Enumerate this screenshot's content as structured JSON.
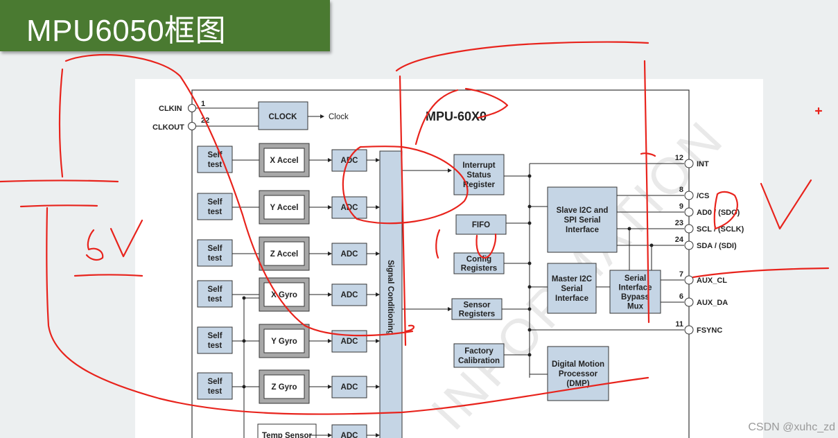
{
  "title": "MPU6050框图",
  "chip_name": "MPU-60X0",
  "clock": {
    "block": "CLOCK",
    "out_label": "Clock",
    "pins": [
      {
        "name": "CLKIN",
        "num": "1"
      },
      {
        "name": "CLKOUT",
        "num": "22"
      }
    ]
  },
  "self_test": {
    "line1": "Self",
    "line2": "test"
  },
  "sensors": [
    "X Accel",
    "Y Accel",
    "Z Accel",
    "X Gyro",
    "Y Gyro",
    "Z Gyro",
    "Temp Sensor"
  ],
  "adc_label": "ADC",
  "signal_conditioning": "Signal Conditioning",
  "blocks": {
    "interrupt": [
      "Interrupt",
      "Status",
      "Register"
    ],
    "fifo": [
      "FIFO"
    ],
    "config": [
      "Config",
      "Registers"
    ],
    "sensor_reg": [
      "Sensor",
      "Registers"
    ],
    "factory": [
      "Factory",
      "Calibration"
    ],
    "slave": [
      "Slave I2C and",
      "SPI Serial",
      "Interface"
    ],
    "master": [
      "Master I2C",
      "Serial",
      "Interface"
    ],
    "bypass": [
      "Serial",
      "Interface",
      "Bypass",
      "Mux"
    ],
    "dmp": [
      "Digital Motion",
      "Processor",
      "(DMP)"
    ]
  },
  "right_pins": [
    {
      "num": "12",
      "label": "INT"
    },
    {
      "num": "8",
      "label": "/CS"
    },
    {
      "num": "9",
      "label": "AD0 / (SDO)"
    },
    {
      "num": "23",
      "label": "SCL / (SCLK)"
    },
    {
      "num": "24",
      "label": "SDA / (SDI)"
    },
    {
      "num": "7",
      "label": "AUX_CL"
    },
    {
      "num": "6",
      "label": "AUX_DA"
    },
    {
      "num": "11",
      "label": "FSYNC"
    }
  ],
  "annotations": {
    "left": "5V",
    "right": "DV"
  },
  "diagram_watermark": "INFORMATION",
  "source_watermark": "CSDN @xuhc_zd",
  "colors": {
    "title_bg": "#4a7a31",
    "block_fill": "#c5d5e5",
    "annotation": "#e8231c"
  }
}
